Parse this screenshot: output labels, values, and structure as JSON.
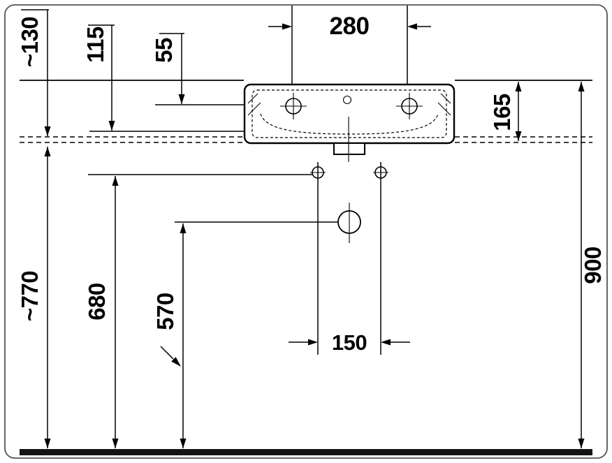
{
  "drawing": {
    "dimensions": {
      "top_center": "280",
      "top_left_outer": "~130",
      "top_left_middle": "115",
      "top_left_inner": "55",
      "right_upper": "165",
      "right_overall": "900",
      "left_outer": "~770",
      "left_middle": "680",
      "left_inner": "570",
      "bottom_center": "150"
    }
  }
}
